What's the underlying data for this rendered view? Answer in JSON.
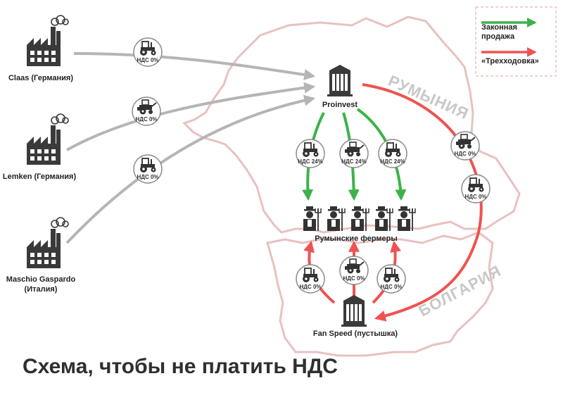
{
  "title": "Схема, чтобы не платить НДС",
  "countries": {
    "romania": "РУМЫНИЯ",
    "bulgaria": "БОЛГАРИЯ"
  },
  "legend": {
    "legal_line1": "Законная",
    "legal_line2": "продажа",
    "scheme": "«Трехходовка»",
    "legal_color": "#3bb34a",
    "scheme_color": "#f05252"
  },
  "factories": [
    {
      "label_line1": "Claas (Германия)",
      "label_line2": ""
    },
    {
      "label_line1": "Lemken (Германия)",
      "label_line2": ""
    },
    {
      "label_line1": "Maschio Gaspardo",
      "label_line2": "(Италия)"
    }
  ],
  "nodes": {
    "proinvest": "Proinvest",
    "farmers": "Румынские фермеры",
    "fan_speed": "Fan Speed (пустышка)"
  },
  "badges": {
    "import_1": {
      "icon": "tractor-icon",
      "text": "НДС 0%"
    },
    "import_2": {
      "icon": "combine-icon",
      "text": "НДС 0%"
    },
    "import_3": {
      "icon": "tractor-icon",
      "text": "НДС 0%"
    },
    "legal_1": {
      "icon": "tractor-icon",
      "text": "НДС 24%"
    },
    "legal_2": {
      "icon": "combine-icon",
      "text": "НДС 24%"
    },
    "legal_3": {
      "icon": "tractor-icon",
      "text": "НДС 24%"
    },
    "export_1": {
      "icon": "combine-icon",
      "text": "НДС 0%"
    },
    "export_2": {
      "icon": "tractor-icon",
      "text": "НДС 0%"
    },
    "resale_1": {
      "icon": "tractor-icon",
      "text": "НДС 0%"
    },
    "resale_2": {
      "icon": "combine-icon",
      "text": "НДС 0%"
    },
    "resale_3": {
      "icon": "tractor-icon",
      "text": "НДС 0%"
    }
  }
}
